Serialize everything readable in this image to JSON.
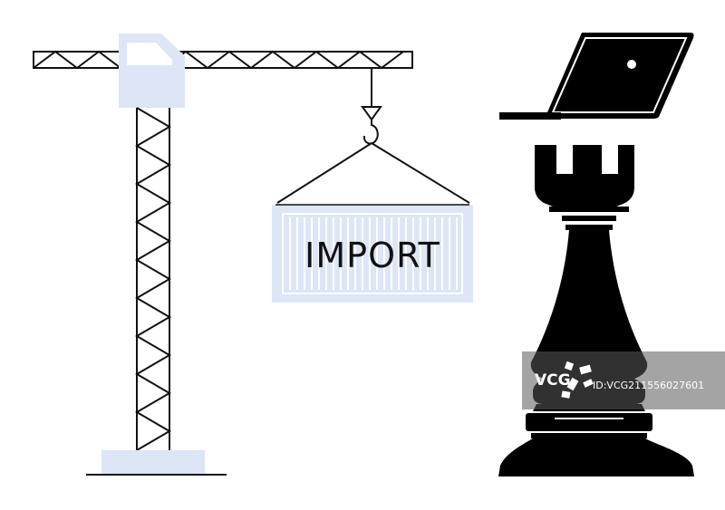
{
  "container": {
    "label": "IMPORT"
  },
  "watermark": {
    "brand": "VCG",
    "id_text": "ID:VCG211556027601"
  },
  "colors": {
    "lightBlue": "#dce6f7",
    "line": "#111111",
    "piece": "#000000",
    "background": "#ffffff"
  },
  "icons": [
    "crane-icon",
    "shipping-container-icon",
    "chess-rook-icon",
    "laptop-icon",
    "vcg-logo-icon"
  ]
}
